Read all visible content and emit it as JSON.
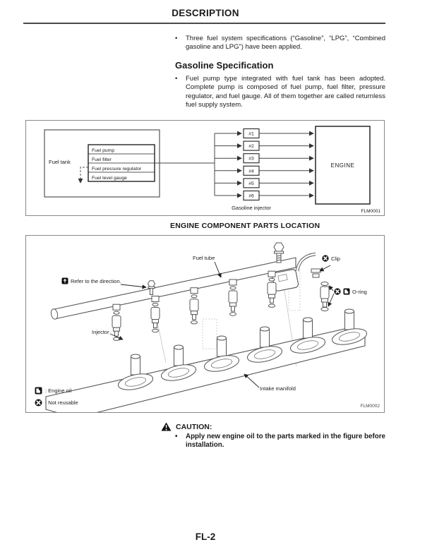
{
  "page": {
    "header_title": "DESCRIPTION",
    "footer_page_number": "FL-2"
  },
  "intro": {
    "bullet": "Three fuel system specifications (“Gasoline”, “LPG”, “Combined gasoline and LPG”) have been applied."
  },
  "gasoline_spec": {
    "heading": "Gasoline Specification",
    "bullet": "Fuel pump type integrated with fuel tank has been adopted. Complete pump is composed of fuel pump, fuel filter, pressure regulator, and fuel gauge. All of them together are called returnless fuel supply system."
  },
  "figure1": {
    "code": "FLM0001",
    "fuel_tank_label": "Fuel tank",
    "pump_components": [
      "Fuel pump",
      "Fuel filter",
      "Fuel pressure regulator",
      "Fuel level gauge"
    ],
    "injectors": [
      "#1",
      "#2",
      "#3",
      "#4",
      "#5",
      "#6"
    ],
    "injector_group_label": "Gasoline injector",
    "engine_label": "ENGINE"
  },
  "figure2": {
    "title": "ENGINE COMPONENT PARTS LOCATION",
    "code": "FLM0002",
    "callouts": {
      "fuel_tube": "Fuel tube",
      "clip": "Clip",
      "o_ring": "O-ring",
      "refer_direction": "Refer to the direction.",
      "injector": "Injector",
      "intake_manifold": "Intake manifold"
    },
    "callout_icons": {
      "clip": [
        "not-reusable-icon"
      ],
      "o_ring": [
        "not-reusable-icon",
        "engine-oil-icon"
      ],
      "refer_direction": [
        "front-direction-icon"
      ]
    },
    "legend": [
      {
        "icon": "engine-oil-icon",
        "label": ": Engine oil"
      },
      {
        "icon": "not-reusable-icon",
        "label": ": Not reusable"
      }
    ]
  },
  "caution": {
    "title": "CAUTION:",
    "bullet": "Apply new engine oil to the parts marked in the figure before installation."
  },
  "colors": {
    "text": "#1a1a1a",
    "line": "#555555",
    "background": "#ffffff"
  }
}
